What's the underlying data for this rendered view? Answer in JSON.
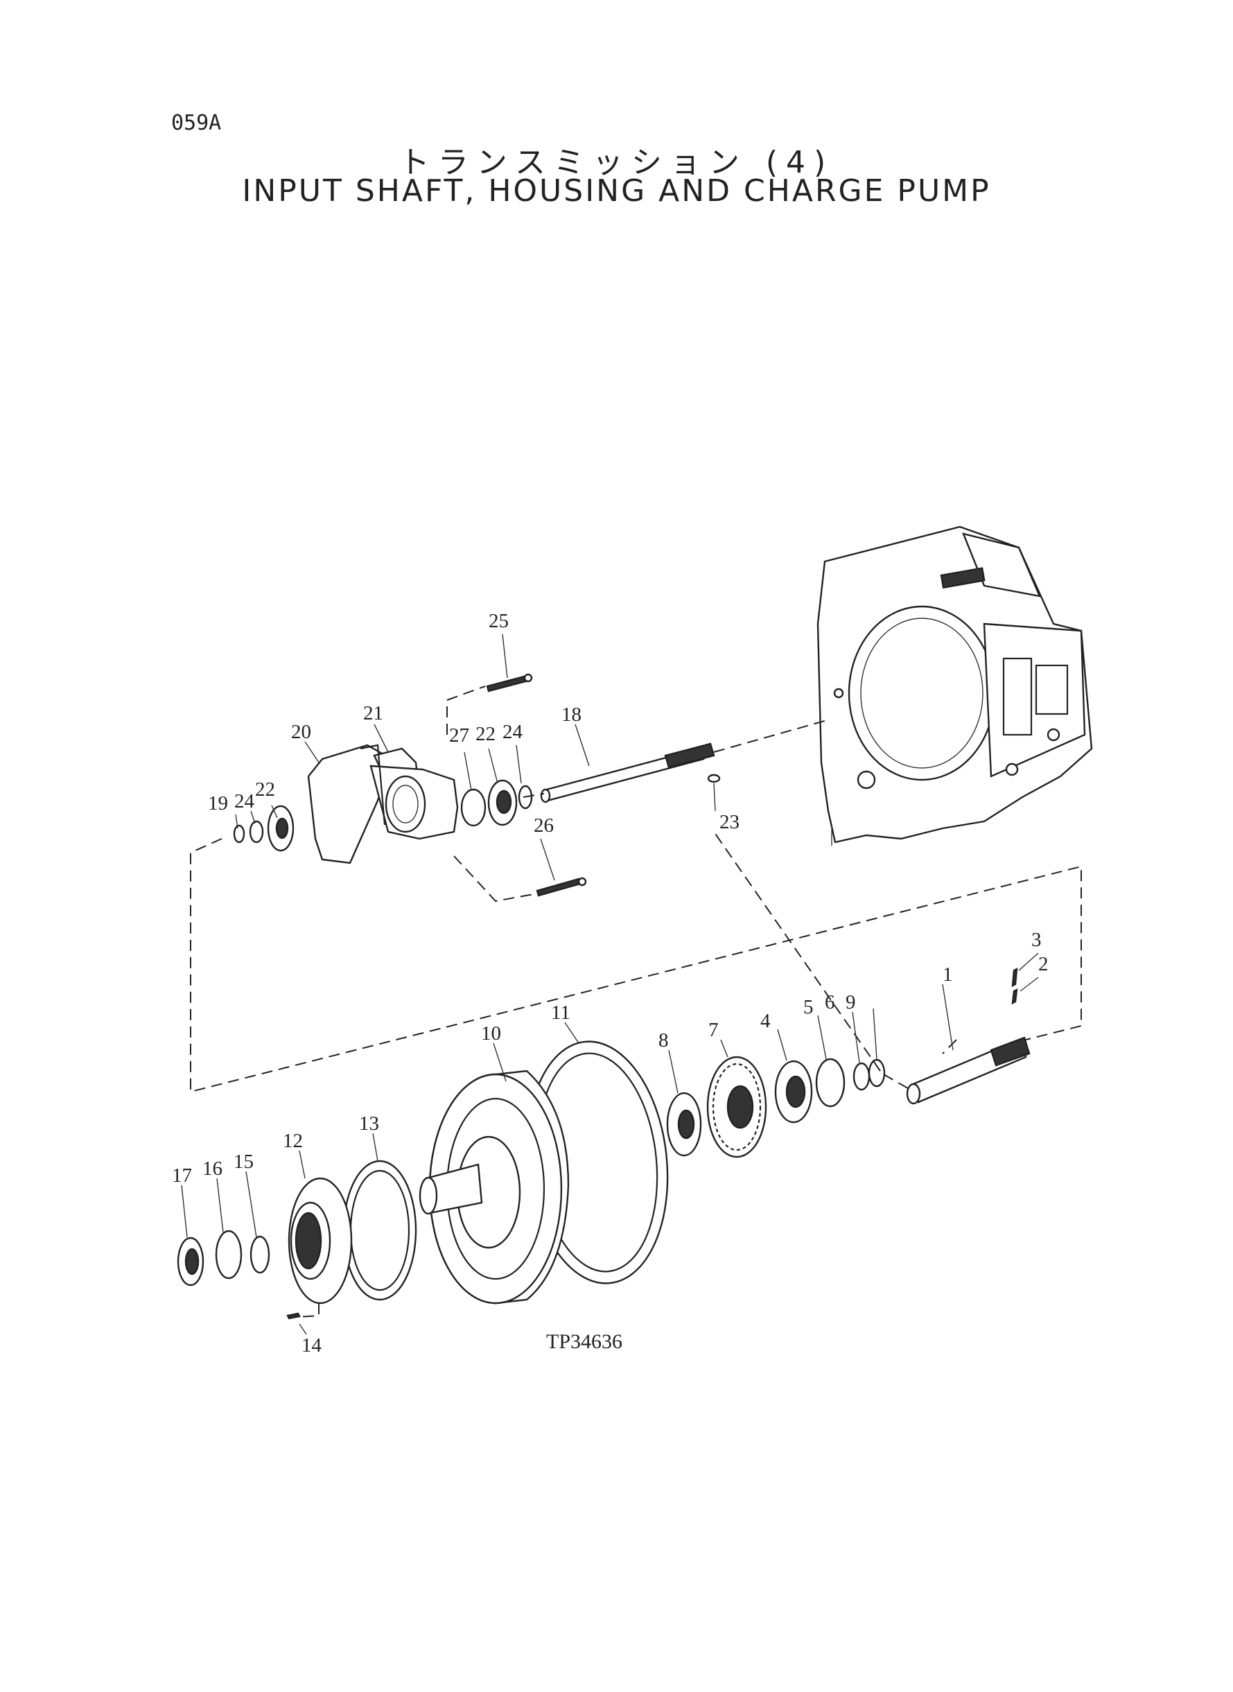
{
  "header": {
    "page_code": "059A",
    "title_jp": "トランスミッション (4)",
    "title_en": "INPUT SHAFT, HOUSING AND CHARGE PUMP"
  },
  "figure": {
    "reference": "TP34636"
  },
  "callouts": [
    "1",
    "2",
    "3",
    "4",
    "5",
    "6",
    "7",
    "8",
    "9",
    "10",
    "11",
    "12",
    "13",
    "14",
    "15",
    "16",
    "17",
    "18",
    "19",
    "20",
    "21",
    "22",
    "22",
    "23",
    "24",
    "24",
    "25",
    "26",
    "27"
  ]
}
